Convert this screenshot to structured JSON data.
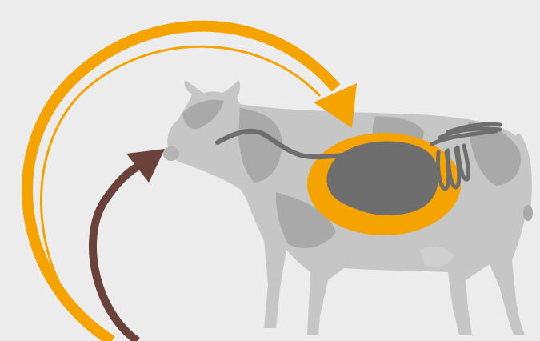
{
  "diagram": {
    "background_color": "#ececec",
    "cow": {
      "icon": "cow-silhouette-icon",
      "body_color": "#c6c6c6",
      "patch_color": "#a9a9a9"
    },
    "digestive_tract": {
      "highlight_color": "#f5a300",
      "organ_color": "#6e6e6e"
    },
    "arrows": [
      {
        "name": "outer-cycle-arrow",
        "color": "#f5a300",
        "direction": "clockwise"
      },
      {
        "name": "feed-intake-arrow",
        "color": "#6b4239",
        "direction": "upward"
      }
    ]
  }
}
